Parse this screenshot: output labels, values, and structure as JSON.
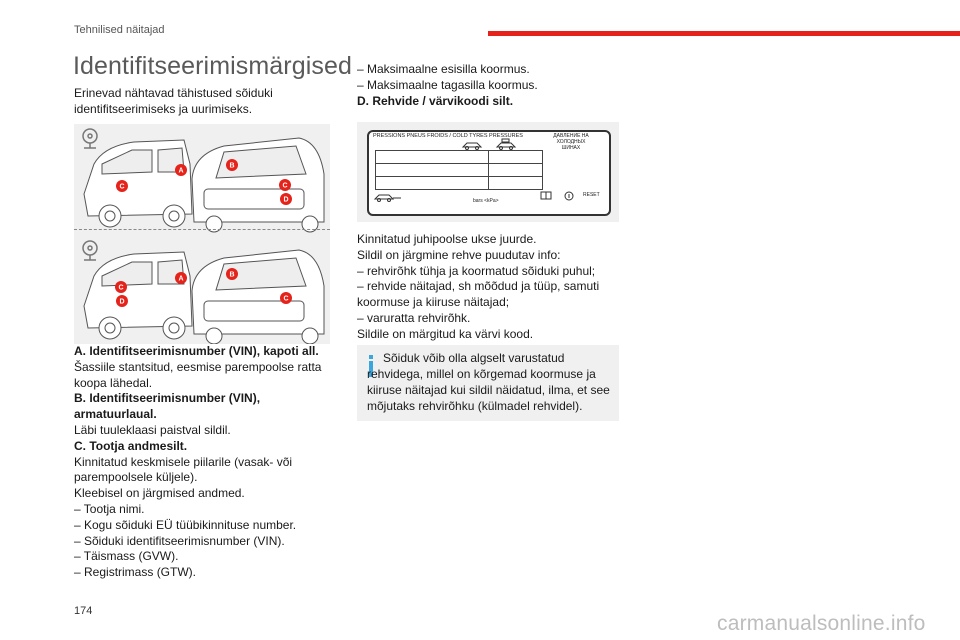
{
  "header": {
    "section_title": "Tehnilised näitajad",
    "accent_color": "#e5231b"
  },
  "page_title": "Identifitseerimismärgised",
  "intro": "Erinevad nähtavad tähistused sõiduki identifitseerimiseks ja uurimiseks.",
  "car_figures": {
    "top_markers": [
      "A",
      "B",
      "C",
      "C",
      "D"
    ],
    "bottom_markers": [
      "A",
      "B",
      "C",
      "D",
      "C"
    ],
    "marker_color": "#e5231b"
  },
  "descriptions": {
    "a_title": "A. Identifitseerimisnumber (VIN), kapoti all.",
    "a_text": "Šassiile stantsitud, eesmise parempoolse ratta koopa lähedal.",
    "b_title": "B. Identifitseerimisnumber (VIN), armatuurlaual.",
    "b_text": "Läbi tuuleklaasi paistval sildil.",
    "c_title": "C. Tootja andmesilt.",
    "c_text1": "Kinnitatud keskmisele piilarile (vasak- või parempoolsele küljele).",
    "c_text2": "Kleebisel on järgmised andmed.",
    "c_items": [
      "– Tootja nimi.",
      "– Kogu sõiduki EÜ tüübikinnituse number.",
      "– Sõiduki identifitseerimisnumber (VIN).",
      "– Täismass (GVW).",
      "– Registrimass (GTW)."
    ]
  },
  "right_column": {
    "top_items": [
      "– Maksimaalne esisilla koormus.",
      "– Maksimaalne tagasilla koormus."
    ],
    "d_title": "D. Rehvide / värvikoodi silt.",
    "tyre_label": {
      "heading": "PRESSIONS PNEUS FROIDS / COLD TYRES PRESSURES",
      "cyrillic": "ДАВЛЕНИЕ НА ХОЛОДНЫХ ШИНАХ",
      "units": "bars   <kPa>",
      "reset": "RESET"
    },
    "body_lines": [
      "Kinnitatud juhipoolse ukse juurde.",
      "Sildil on järgmine rehve puudutav info:",
      "– rehvirõhk tühja ja koormatud sõiduki puhul;",
      "– rehvide näitajad, sh mõõdud ja tüüp, samuti koormuse ja kiiruse näitajad;",
      "– varuratta rehvirõhk.",
      "Sildile on märgitud ka värvi kood."
    ],
    "info_note": "Sõiduk võib olla algselt varustatud rehvidega, millel on kõrgemad koormuse ja kiiruse näitajad kui sildil näidatud, ilma, et see mõjutaks rehvirõhku (külmadel rehvidel)."
  },
  "page_number": "174",
  "watermark": "carmanualsonline.info"
}
